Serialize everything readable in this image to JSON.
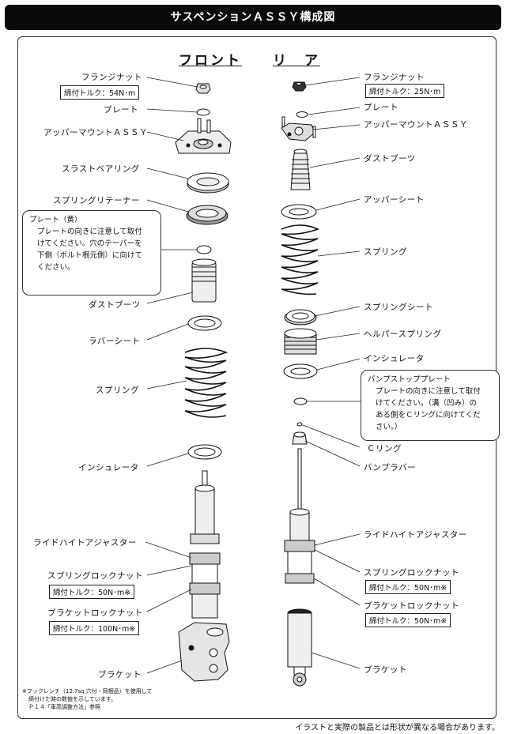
{
  "header": {
    "title": "サスペンションＡＳＳＹ構成図"
  },
  "front": {
    "heading": "フロント",
    "labels": {
      "flange_nut": "フランジナット",
      "flange_nut_torque": "締付トルク：54N･m",
      "plate": "プレート",
      "upper_mount": "アッパーマウントＡＳＳＹ",
      "thrust_bearing": "スラストベアリング",
      "spring_retainer": "スプリングリテーナー",
      "dust_boot": "ダストブーツ",
      "rubber_seat": "ラバーシート",
      "spring": "スプリング",
      "insulator": "インシュレータ",
      "ride_height": "ライドハイトアジャスター",
      "spring_lock_nut": "スプリングロックナット",
      "spring_lock_torque": "締付トルク：50N･m※",
      "bracket_lock_nut": "ブラケットロックナット",
      "bracket_lock_torque": "締付トルク：100N･m※",
      "bracket": "ブラケット"
    },
    "note": {
      "title": "プレート（黄）",
      "lines": [
        "プレートの向きに注意して取付",
        "けてください。穴のテーパーを",
        "下側（ボルト根元側）に向けて",
        "ください。"
      ]
    }
  },
  "rear": {
    "heading": "リ　ア",
    "labels": {
      "flange_nut": "フランジナット",
      "flange_nut_torque": "締付トルク：25N･m",
      "plate": "プレート",
      "upper_mount": "アッパーマウントＡＳＳＹ",
      "dust_boot": "ダストブーツ",
      "upper_seat": "アッパーシート",
      "spring": "スプリング",
      "spring_seat": "スプリングシート",
      "helper_spring": "ヘルパースプリング",
      "insulator": "インシュレータ",
      "c_ring": "Ｃリング",
      "bump_rubber": "バンプラバー",
      "ride_height": "ライドハイトアジャスター",
      "spring_lock_nut": "スプリングロックナット",
      "spring_lock_torque": "締付トルク：50N･m※",
      "bracket_lock_nut": "ブラケットロックナット",
      "bracket_lock_torque": "締付トルク：50N･m※",
      "bracket": "ブラケット"
    },
    "note": {
      "title": "バンプストッププレート",
      "lines": [
        "プレートの向きに注意して取付",
        "けてください。（溝（凹み）の",
        "ある側をＣリングに向けてくだ",
        "さい。）"
      ]
    }
  },
  "footnote": {
    "lines": [
      "※フックレンチ（12.7sq 穴付・同梱品）を使用して",
      "締付けた時の数値を示しています。",
      "Ｐ１４「車高調整方法」参照"
    ]
  },
  "disclaimer": "イラストと実際の製品とは形状が異なる場合があります。"
}
